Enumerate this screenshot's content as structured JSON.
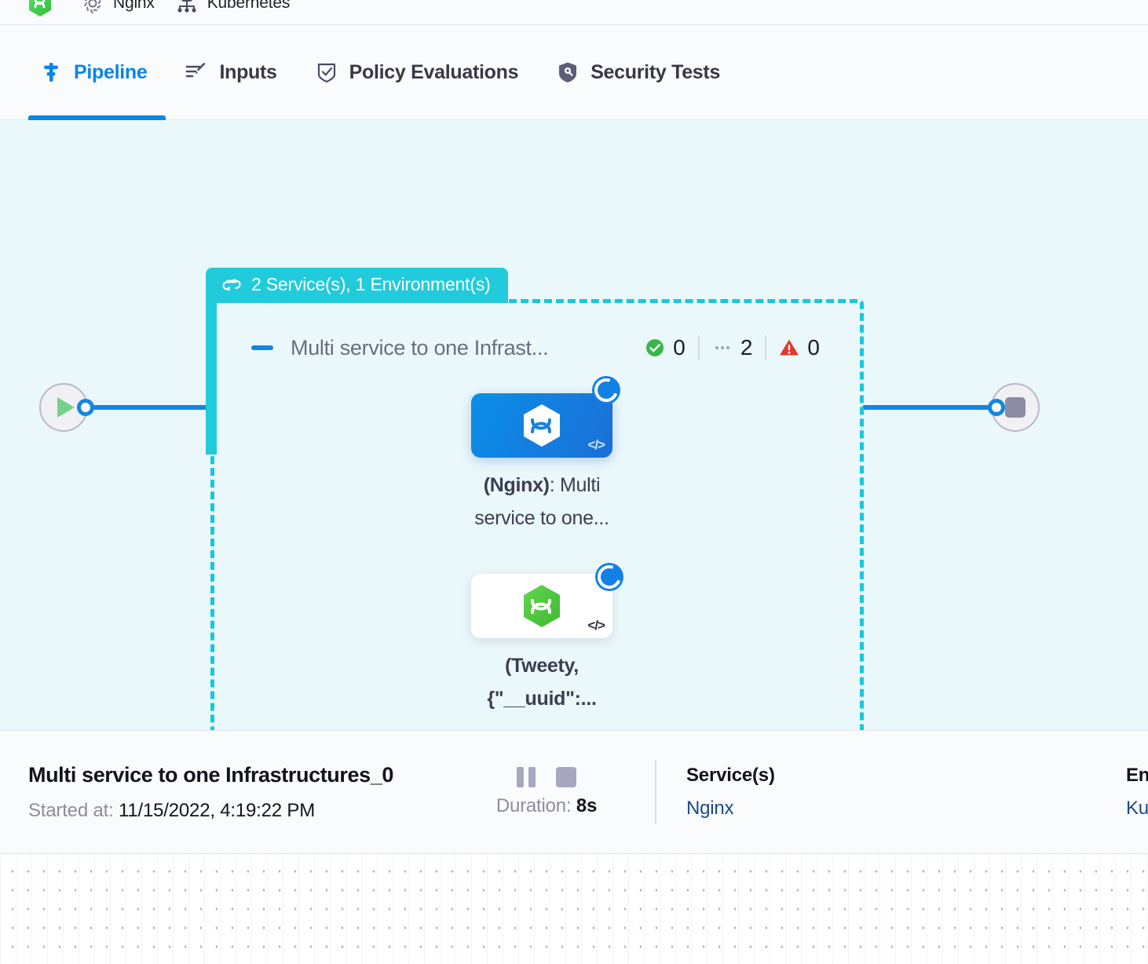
{
  "breadcrumb": {
    "items": [
      {
        "icon": "harness-hex-logo",
        "label": ""
      },
      {
        "icon": "gear-icon",
        "label": "Nginx"
      },
      {
        "icon": "infrastructure-icon",
        "label": "Kubernetes"
      }
    ]
  },
  "tabs": [
    {
      "key": "pipeline",
      "label": "Pipeline",
      "icon": "pipeline-icon",
      "active": true
    },
    {
      "key": "inputs",
      "label": "Inputs",
      "icon": "inputs-icon",
      "active": false
    },
    {
      "key": "policy",
      "label": "Policy Evaluations",
      "icon": "shield-check-icon",
      "active": false
    },
    {
      "key": "security",
      "label": "Security Tests",
      "icon": "shield-lock-icon",
      "active": false
    }
  ],
  "canvas": {
    "group_header_label": "2 Service(s), 1 Environment(s)",
    "group_header_icon": "loop-repeat-icon",
    "stage": {
      "title": "Multi service to one Infrast...",
      "collapse_icon": "collapse-dash-icon",
      "counts": [
        {
          "key": "success",
          "icon": "success-check-icon",
          "value": "0"
        },
        {
          "key": "running",
          "icon": "three-dots-icon",
          "value": "2"
        },
        {
          "key": "failed",
          "icon": "warning-triangle-icon",
          "value": "0"
        }
      ]
    },
    "nodes": [
      {
        "key": "nginx-node",
        "selected": true,
        "hex_color": "#ffffff",
        "code_badge": "</>",
        "status": "running",
        "label_bold": "(Nginx)",
        "label_rest": ": Multi service to one..."
      },
      {
        "key": "tweety-node",
        "selected": false,
        "hex_color": "#4cc23f",
        "code_badge": "</>",
        "status": "running",
        "label_bold": "(Tweety, {\"__uuid\":...",
        "label_rest": ""
      }
    ],
    "start_node_icon": "play-icon",
    "end_node_icon": "stop-icon"
  },
  "info": {
    "title": "Multi service to one Infrastructures_0",
    "started_label": "Started at:",
    "started_value": "11/15/2022, 4:19:22 PM",
    "duration_label": "Duration:",
    "duration_value": "8s",
    "pause_icon": "pause-icon",
    "stop_icon": "stop-icon",
    "services_head": "Service(s)",
    "services_value": "Nginx",
    "environments_head": "Environment(s)",
    "environments_value": "Kubernetes"
  },
  "colors": {
    "accent_blue": "#0a85e8",
    "cyan": "#16c8dc",
    "canvas_bg": "#eaf8fb",
    "success_green": "#3ab54a",
    "error_red": "#e8352c",
    "link_blue": "#1b4a8c"
  }
}
